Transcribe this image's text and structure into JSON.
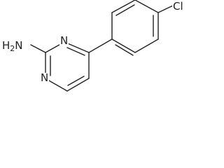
{
  "molecule": {
    "atoms": {
      "amine_h": "H",
      "amine_h_count": "2",
      "amine_n": "N",
      "ring_n_top": "N",
      "ring_n_bottom": "N",
      "chlorine": "Cl"
    }
  }
}
